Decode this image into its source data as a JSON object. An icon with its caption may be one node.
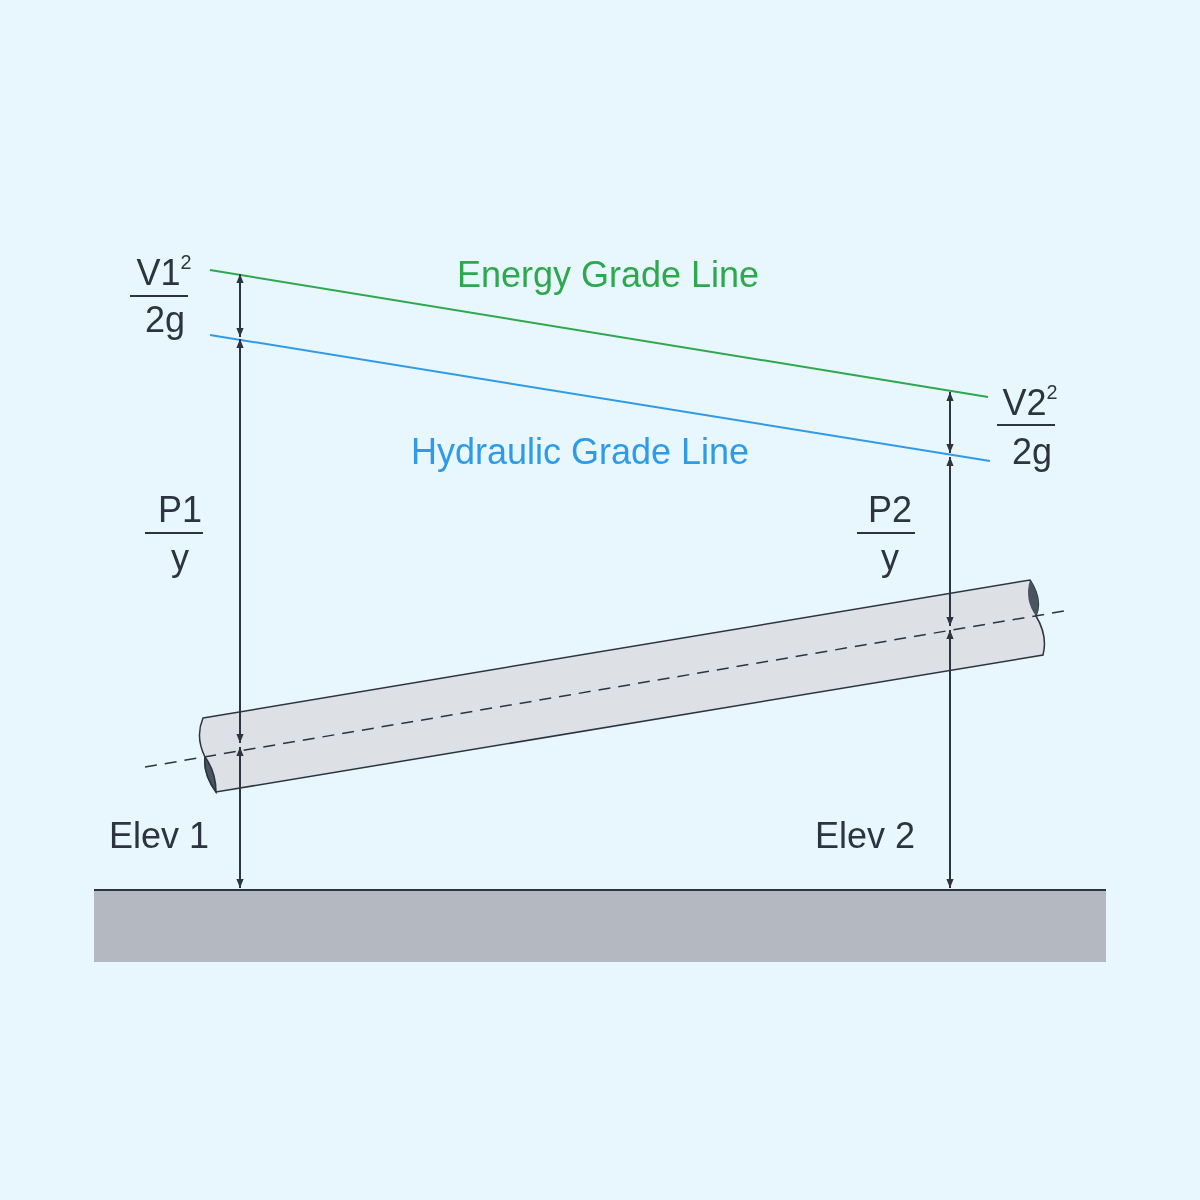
{
  "diagram": {
    "labels": [
      "V1$^{2}$",
      "Energy Grade Line",
      "2g",
      "V2$^{2}$",
      "Hydraulic Grade Line",
      "2g",
      "P1",
      "P2",
      "y",
      "y",
      "Elev 1",
      "Elev 2"
    ]
  }
}
